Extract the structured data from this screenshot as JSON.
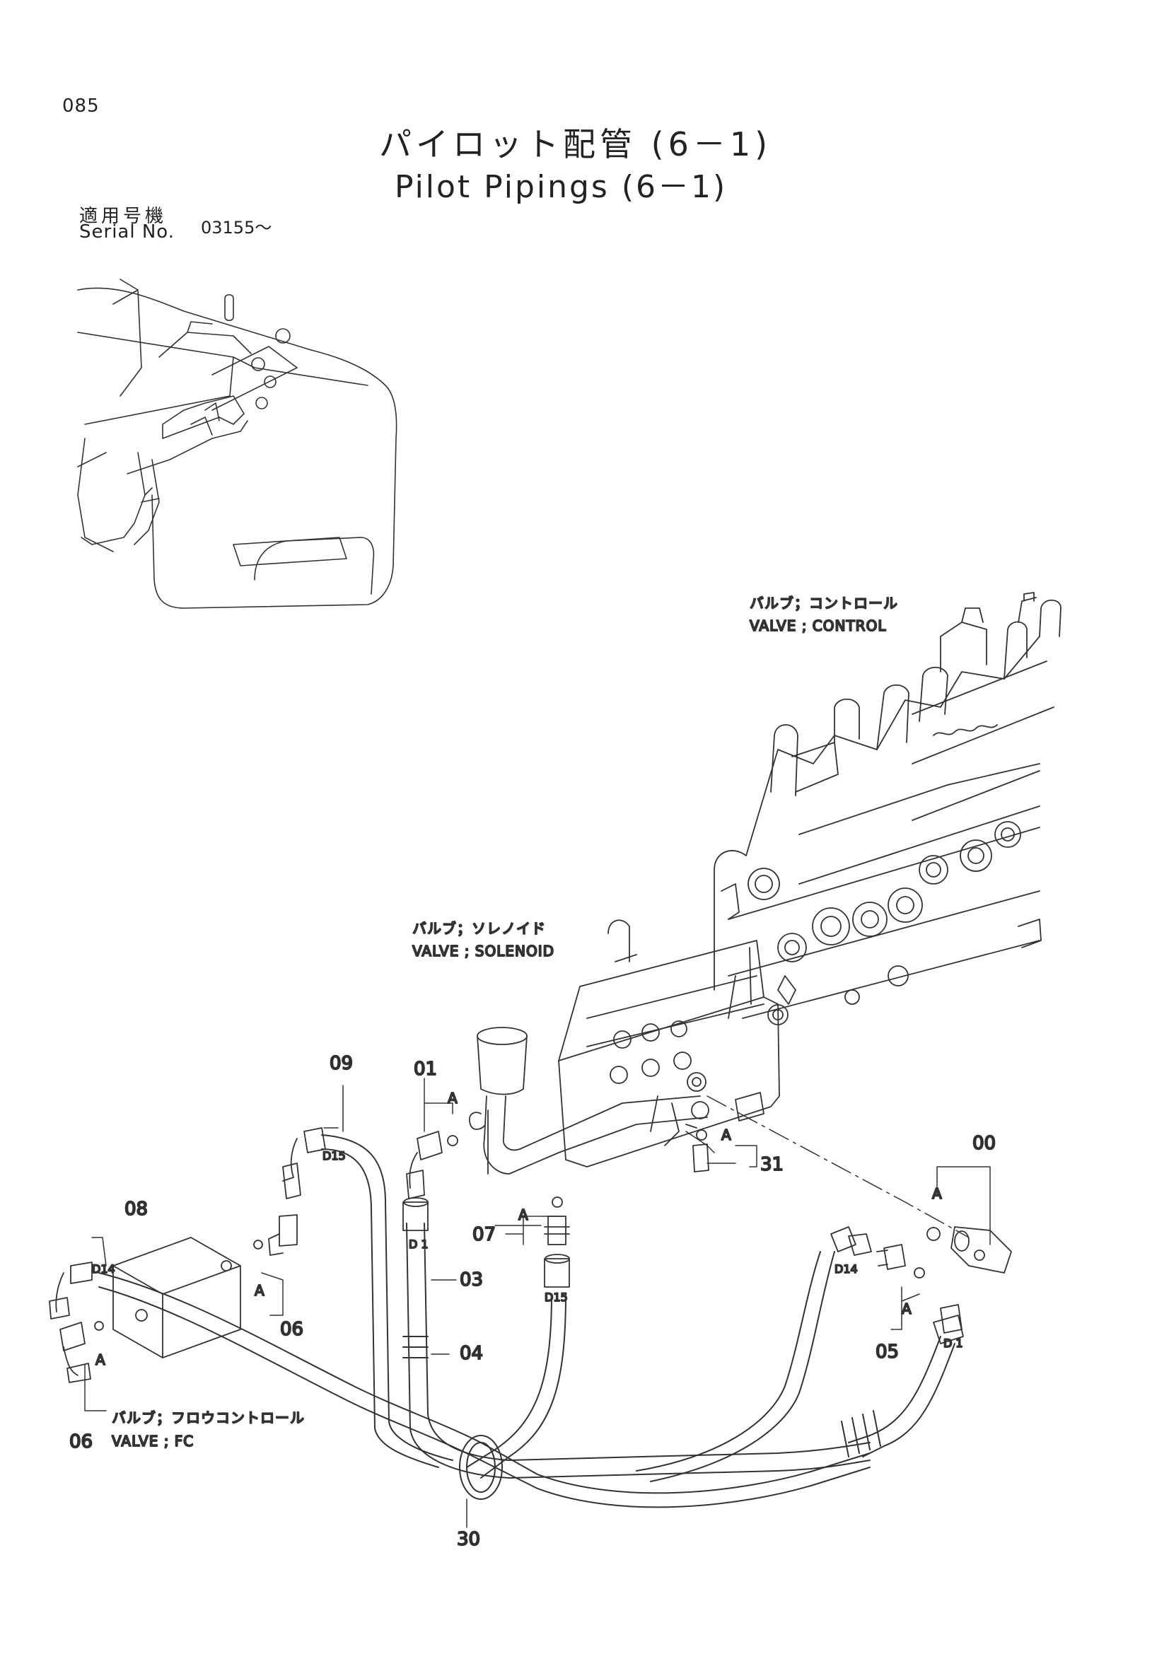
{
  "page": {
    "number": "085",
    "title_ja": "パイロット配管 (6－1)",
    "title_en": "Pilot Pipings (6－1)",
    "serial_label_ja": "適用号機",
    "serial_label_en": "Serial No.",
    "serial_value": "03155～"
  },
  "labels": {
    "valve_control_ja": "バルブ；コントロール",
    "valve_control_en": "VALVE ; CONTROL",
    "valve_solenoid_ja": "バルブ；ソレノイド",
    "valve_solenoid_en": "VALVE ; SOLENOID",
    "valve_fc_ja": "バルブ；フロウコントロール",
    "valve_fc_en": "VALVE ; FC"
  },
  "callouts": {
    "c00": "00",
    "c01": "01",
    "c03": "03",
    "c04": "04",
    "c05": "05",
    "c06a": "06",
    "c06b": "06",
    "c07": "07",
    "c08": "08",
    "c09": "09",
    "c30": "30",
    "c31": "31",
    "a1": "A",
    "a2": "A",
    "a3": "A",
    "a4": "A",
    "a5": "A",
    "a6": "A",
    "a7": "A"
  },
  "hose_codes": {
    "d15_a": "D15",
    "d15_b": "D15",
    "d14_a": "D14",
    "d14_b": "D14",
    "d1_a": "D 1",
    "d1_b": "D 1"
  }
}
